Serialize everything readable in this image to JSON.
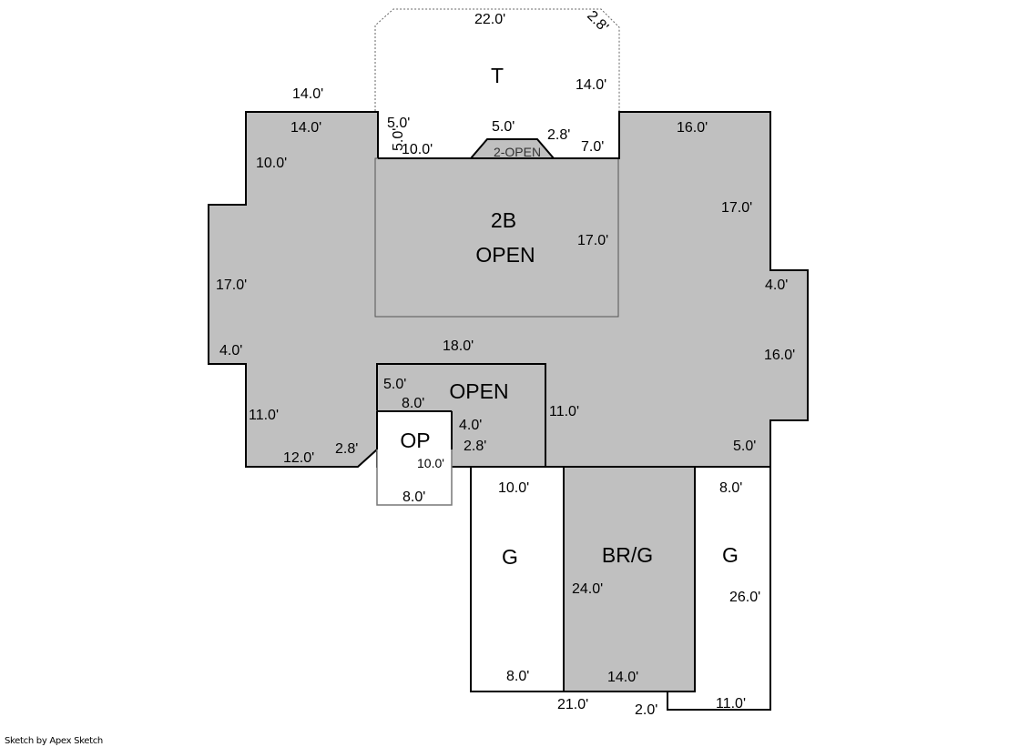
{
  "colors": {
    "living_fill": "#c0c0c0",
    "nonliving_fill": "#ffffff",
    "line": "#000000"
  },
  "rooms": {
    "terrace": "T",
    "second_floor_open": "2-OPEN",
    "two_b": "2B",
    "two_b_open": "OPEN",
    "open": "OPEN",
    "op": "OP",
    "garage_left": "G",
    "br_g": "BR/G",
    "garage_right": "G"
  },
  "dimensions": {
    "t_top": "22.0'",
    "t_corner": "2.8'",
    "t_right": "14.0'",
    "t_inner_left_a": "5.0'",
    "t_inner_left_b": "5.0'",
    "t_inner_left_c": "10.0'",
    "t_inner_mid": "5.0'",
    "t_inner_diag": "2.8'",
    "t_inner_right": "7.0'",
    "main_top_left_outer": "14.0'",
    "main_top_left_inner": "14.0'",
    "main_left_upper": "10.0'",
    "main_left": "17.0'",
    "main_left_step": "4.0'",
    "main_left_lower": "11.0'",
    "main_bottom_left": "12.0'",
    "main_bottom_left_diag": "2.8'",
    "main_top_right": "16.0'",
    "main_right_upper": "17.0'",
    "main_right_step": "4.0'",
    "main_right_lower": "16.0'",
    "main_bottom_right": "5.0'",
    "two_b_right": "17.0'",
    "middle_width": "18.0'",
    "open_left": "5.0'",
    "open_top_inner": "8.0'",
    "open_right_inner": "4.0'",
    "open_diag": "2.8'",
    "open_right": "11.0'",
    "op_right": "10.0'",
    "op_bottom": "8.0'",
    "g_left_top": "10.0'",
    "g_left_bottom": "8.0'",
    "brg_left": "24.0'",
    "brg_bottom": "14.0'",
    "g_right_top": "8.0'",
    "g_right_side": "26.0'",
    "garage_total_bottom": "21.0'",
    "notch": "2.0'",
    "g_right_bottom": "11.0'"
  },
  "footer": "Sketch by Apex Sketch"
}
